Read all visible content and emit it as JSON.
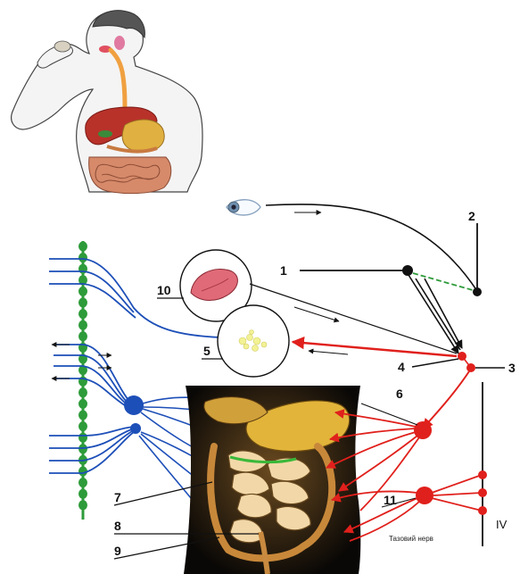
{
  "labels": {
    "n1": "1",
    "n2": "2",
    "n3": "3",
    "n4": "4",
    "n5": "5",
    "n6": "6",
    "n7": "7",
    "n8": "8",
    "n9": "9",
    "n10": "10",
    "n11": "11",
    "roman4": "IV",
    "pelvic_nerve": "Тазовий нерв"
  },
  "colors": {
    "sympathetic_chain": "#2e9b3a",
    "sympathetic_fibers": "#1d4fb8",
    "parasympathetic_red": "#e0201c",
    "black_nucleus": "#111111",
    "liver": "#b8322a",
    "stomach": "#e0b040",
    "intestine": "#d68a6a",
    "esophagus": "#f0a040"
  },
  "icons": {
    "top_left": "human-digestive-system-illustration",
    "eye": "eye-icon",
    "tongue": "tongue-icon",
    "salivary": "salivary-gland-icon",
    "abdomen": "abdominal-organs-photo"
  }
}
